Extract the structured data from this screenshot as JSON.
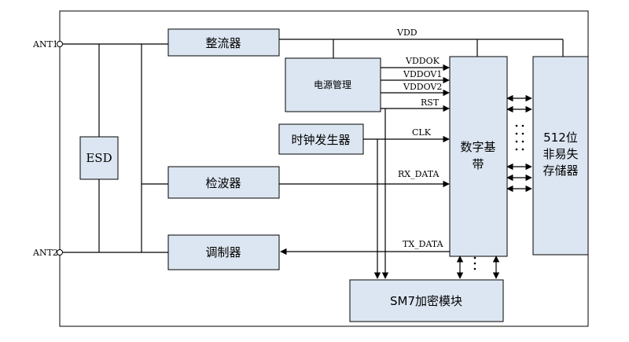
{
  "pins": {
    "ant1": "ANT1",
    "ant2": "ANT2"
  },
  "blocks": {
    "esd": "ESD",
    "rectifier": "整流器",
    "power_mgmt": "电源管理",
    "clock_gen": "时钟发生器",
    "detector": "检波器",
    "modulator": "调制器",
    "digital_baseband_l1": "数字基",
    "digital_baseband_l2": "带",
    "nvm_l1": "512位",
    "nvm_l2": "非易失",
    "nvm_l3": "存储器",
    "crypto": "SM7加密模块"
  },
  "signals": {
    "vdd": "VDD",
    "vddok": "VDDOK",
    "vddov1": "VDDOV1",
    "vddov2": "VDDOV2",
    "rst": "RST",
    "clk": "CLK",
    "rx_data": "RX_DATA",
    "tx_data": "TX_DATA"
  },
  "colors": {
    "block_fill": "#dce6f2",
    "line": "#000000"
  }
}
